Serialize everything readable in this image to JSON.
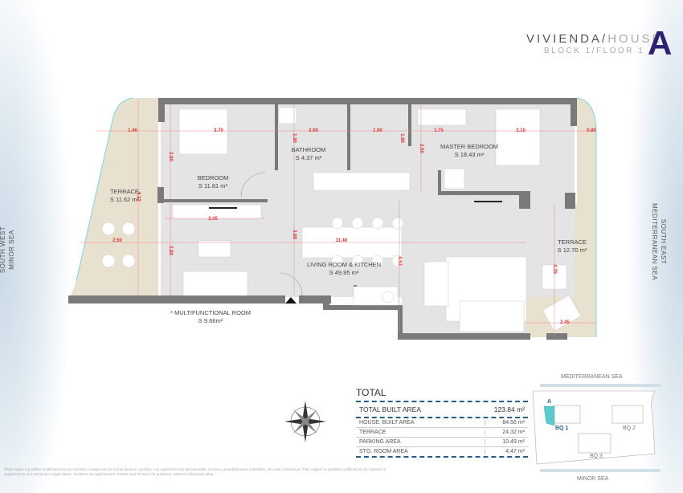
{
  "header": {
    "title_dark": "VIVIENDA/",
    "title_light": "HOUSE",
    "subtitle": "BLOCK 1/FLOOR 1",
    "unit_letter": "A"
  },
  "orientation": {
    "left": [
      "SOUTH WEST",
      "MINOR SEA"
    ],
    "right": [
      "SOUTH EAST",
      "MEDITERRANEAN SEA"
    ]
  },
  "rooms": {
    "terrace_left": {
      "name": "TERRACE",
      "area": "S 11.62 m²"
    },
    "bedroom": {
      "name": "BEDROOM",
      "area": "S 11.81 m²"
    },
    "bathroom": {
      "name": "BATHROOM",
      "area": "S 4.37 m²"
    },
    "master_bedroom": {
      "name": "MASTER BEDROOM",
      "area": "S 18.43 m²"
    },
    "living": {
      "name": "LIVING ROOM & KITCHEN",
      "area": "S 49.95 m²"
    },
    "terrace_right": {
      "name": "TERRACE",
      "area": "S 12.70 m²"
    },
    "multifunctional": {
      "name": "* MULTIFUNCTIONAL ROOM",
      "area": "S 9.66m²"
    }
  },
  "dimensions": [
    "1.46",
    "3.70",
    "2.00",
    "1.90",
    "1.75",
    "3.10",
    "0.80",
    "2.90",
    "1.90",
    "1.90",
    "2.50",
    "6.13",
    "3.35",
    "2.50",
    "11.40",
    "2.80",
    "3.88",
    "4.53",
    "4.35",
    "2.45"
  ],
  "totals": {
    "title": "TOTAL",
    "rows": [
      {
        "label": "TOTAL BUILT AREA",
        "value": "123.84 m²"
      },
      {
        "label": "HOUSE. BUILT AREA",
        "value": "84.56 m²"
      },
      {
        "label": "TERRACE",
        "value": "24.32 m²"
      },
      {
        "label": "PARKING AREA",
        "value": "10.49 m²"
      },
      {
        "label": "STG. ROOM AREA",
        "value": "4.47 m²"
      }
    ]
  },
  "site_map": {
    "top": "MEDITERRANEAN SEA",
    "bottom": "MINOR SEA",
    "unit": "A",
    "blocks": [
      "BQ 1",
      "BQ 2",
      "BQ 3"
    ],
    "highlight_color": "#5cc8d0"
  },
  "colors": {
    "wall": "#7a7a7a",
    "floor": "#e4e4e4",
    "terrace": "#e9e1cf",
    "dimension": "#dd3333",
    "brand": "#2b2370"
  },
  "footnote": "Plano sujeto a posibles modificaciones por razones o exigencias de índole técnica o jurídica. Las superficies son aproximadas. Cocina y amueblamiento orientativo, sin valor contractual / Plan subject to possible modifications for reasons or requirements of a technical or legal nature. Surfaces are approximate. Kitchen and furniture for guidance, without contractual value."
}
